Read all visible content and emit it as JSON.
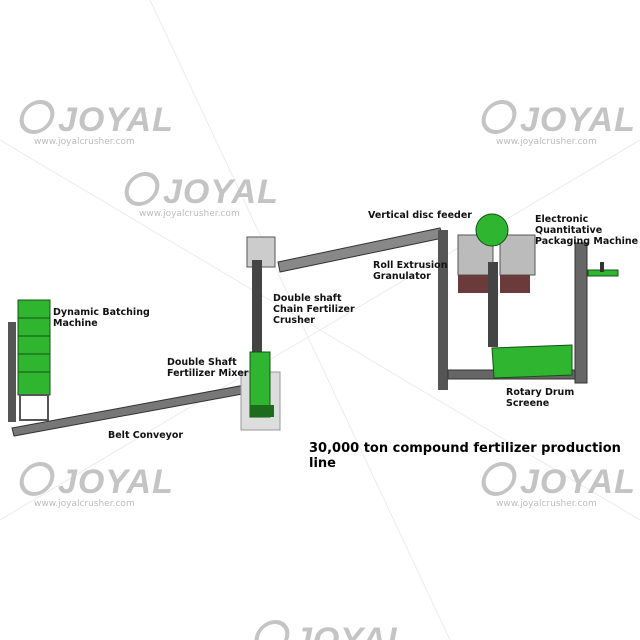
{
  "watermark": {
    "brand": "JOYAL",
    "url": "www.joyalcrusher.com"
  },
  "title": "30,000 ton compound fertilizer production line",
  "labels": {
    "dynamic_batching": [
      "Dynamic Batching",
      "Machine"
    ],
    "belt_conveyor": "Belt Conveyor",
    "mixer": [
      "Double Shaft",
      "Fertilizer Mixer"
    ],
    "crusher": [
      "Double shaft",
      "Chain Fertilizer",
      "Crusher"
    ],
    "disc_feeder": "Vertical disc feeder",
    "granulator": [
      "Roll Extrusion",
      "Granulator"
    ],
    "packaging": [
      "Electronic Quantitative",
      "Packaging Machine"
    ],
    "drum_screen": [
      "Rotary Drum",
      "Screene"
    ]
  },
  "colors": {
    "machine_green": "#2fb52f",
    "frame_gray": "#5a5a5a",
    "brown": "#6b3a3a"
  }
}
